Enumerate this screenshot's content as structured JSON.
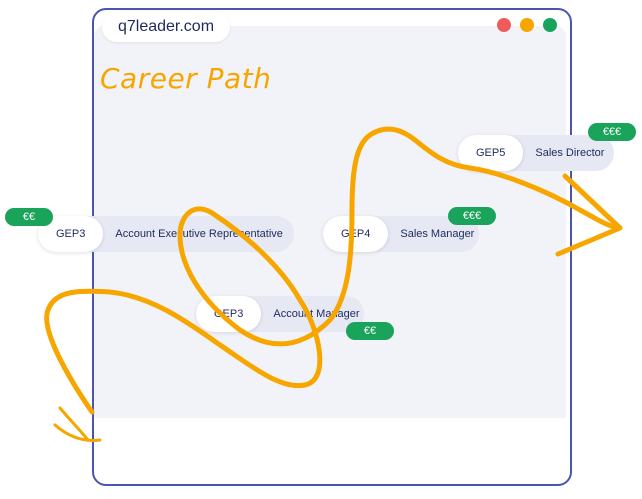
{
  "window": {
    "url": "q7leader.com",
    "controls": {
      "close_color": "#ef5b5b",
      "minimize_color": "#f7a600",
      "maximize_color": "#1aa35a"
    }
  },
  "page": {
    "title": "Career Path"
  },
  "colors": {
    "accent": "#f7a600",
    "badge": "#1aa35a",
    "frame": "#4a55b0",
    "text": "#1f2a5c"
  },
  "career_path": [
    {
      "grade": "GEP3",
      "role": "Account Executive Representative",
      "pay": "€€"
    },
    {
      "grade": "GEP3",
      "role": "Account Manager",
      "pay": "€€"
    },
    {
      "grade": "GEP4",
      "role": "Sales Manager",
      "pay": "€€€"
    },
    {
      "grade": "GEP5",
      "role": "Sales Director",
      "pay": "€€€"
    }
  ]
}
